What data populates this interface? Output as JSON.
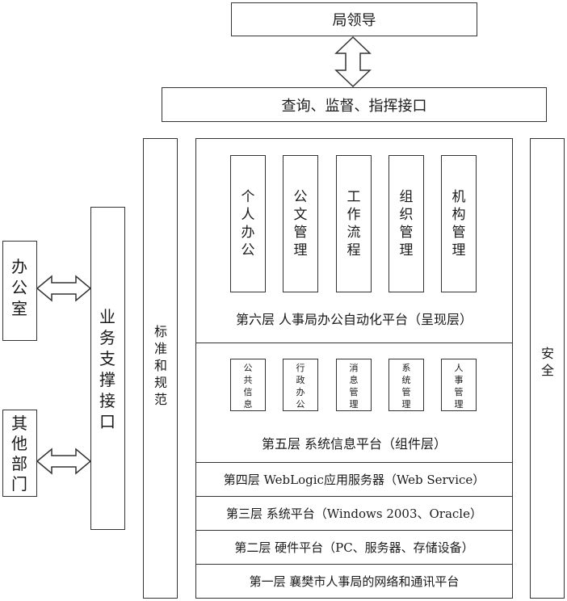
{
  "top": {
    "leader": "局领导",
    "interface": "查询、监督、指挥接口"
  },
  "left": {
    "office": "办公室",
    "others": "其他部门",
    "business_interface": "业务支撑接口"
  },
  "standards": "标准和规范",
  "security": "安全",
  "layer6": {
    "modules": [
      "个人办公",
      "公文管理",
      "工作流程",
      "组织管理",
      "机构管理"
    ],
    "title": "第六层  人事局办公自动化平台（呈现层）"
  },
  "layer5": {
    "modules": [
      "公共信息",
      "行政办公",
      "消息管理",
      "系统管理",
      "人事管理"
    ],
    "title": "第五层  系统信息平台（组件层）"
  },
  "layer4": "第四层  WebLogic应用服务器（Web Service）",
  "layer3": "第三层  系统平台（Windows 2003、Oracle）",
  "layer2": "第二层  硬件平台（PC、服务器、存储设备）",
  "layer1": "第一层  襄樊市人事局的网络和通讯平台"
}
